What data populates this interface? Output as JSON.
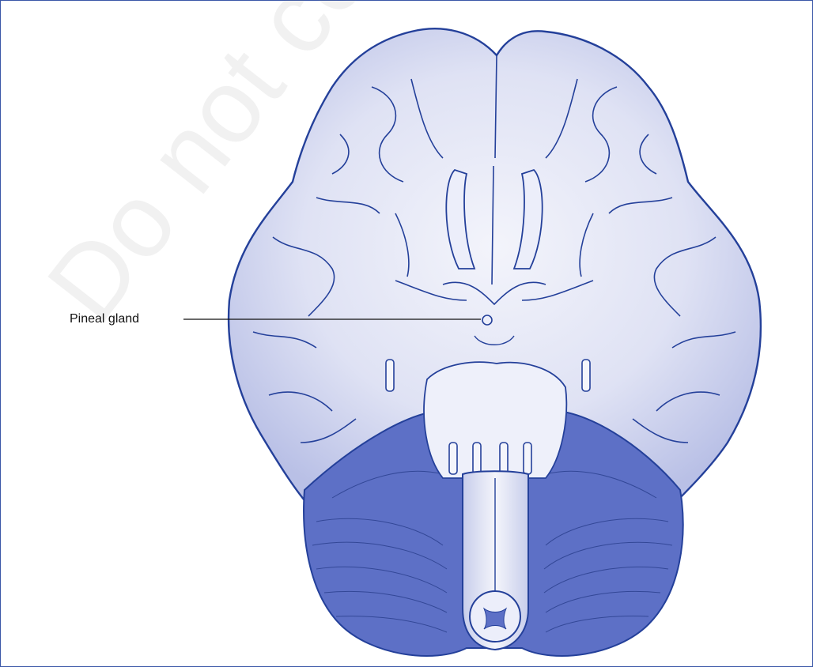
{
  "figure": {
    "labels": [
      {
        "id": "pineal",
        "text": "Pineal gland"
      }
    ],
    "watermark": "Do not copy, post, or distribute",
    "colors": {
      "outline": "#24409a",
      "fill_light": "#eef0fa",
      "fill_mid": "#c5cbeb",
      "cerebellum": "#5a6ec4",
      "frame": "#3a57a7"
    }
  }
}
